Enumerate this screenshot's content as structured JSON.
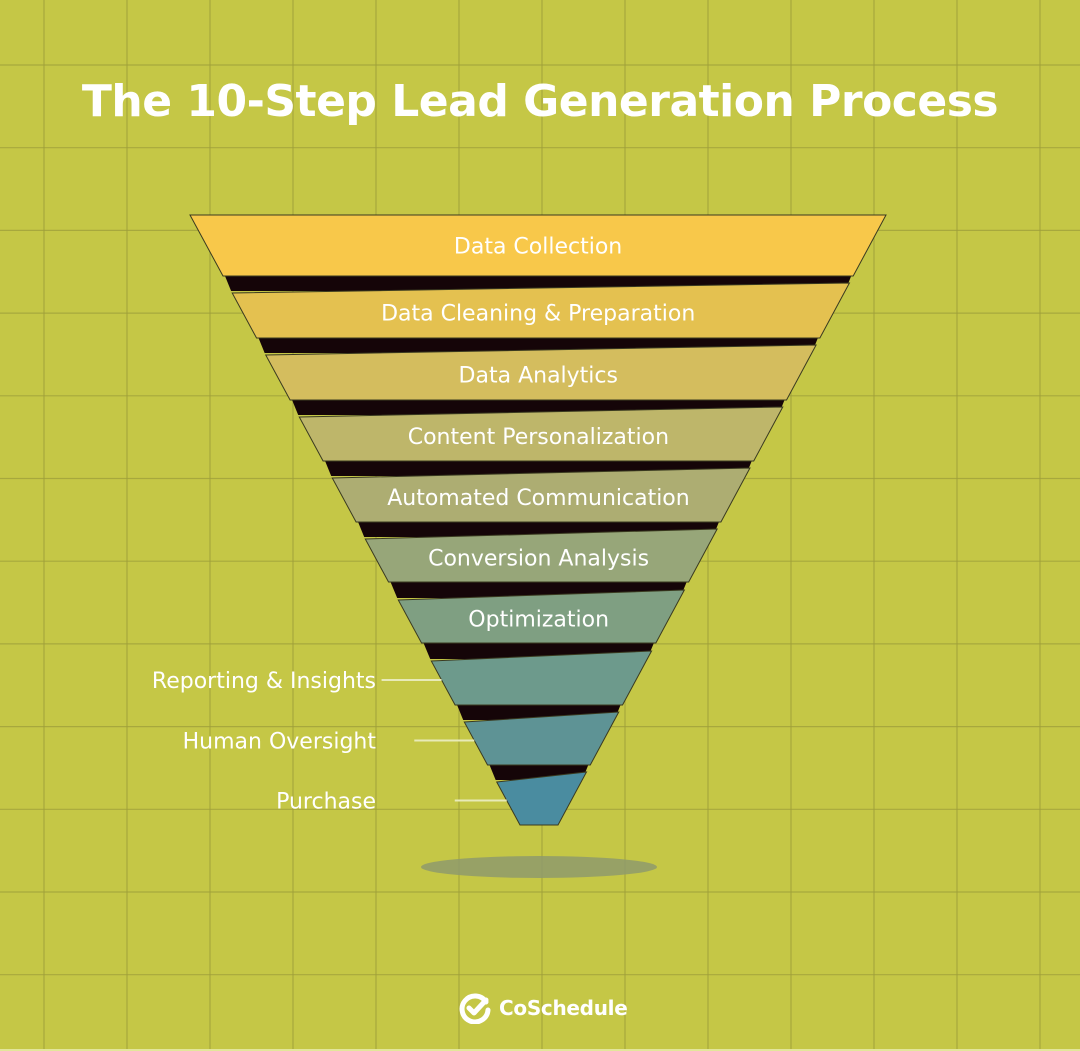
{
  "title": "The 10-Step Lead Generation Process",
  "colors": {
    "background": "#C5C746",
    "grid_line": "#9E9E3A",
    "gap": "#150508",
    "outline": "#3A3A20",
    "text": "#FFFFFF",
    "shadow": "#8E9A6C"
  },
  "steps": [
    {
      "step": 1,
      "label": "Data Collection",
      "color": "#F8C84A",
      "label_position": "inside"
    },
    {
      "step": 2,
      "label": "Data Cleaning & Preparation",
      "color": "#E4C150",
      "label_position": "inside"
    },
    {
      "step": 3,
      "label": "Data Analytics",
      "color": "#D4BD5E",
      "label_position": "inside"
    },
    {
      "step": 4,
      "label": "Content Personalization",
      "color": "#BEB66A",
      "label_position": "inside"
    },
    {
      "step": 5,
      "label": "Automated Communication",
      "color": "#ADAD72",
      "label_position": "inside"
    },
    {
      "step": 6,
      "label": "Conversion Analysis",
      "color": "#97A679",
      "label_position": "inside"
    },
    {
      "step": 7,
      "label": "Optimization",
      "color": "#7F9F82",
      "label_position": "inside"
    },
    {
      "step": 8,
      "label": "Reporting & Insights",
      "color": "#6D9A8C",
      "label_position": "left"
    },
    {
      "step": 9,
      "label": "Human Oversight",
      "color": "#5E9395",
      "label_position": "left"
    },
    {
      "step": 10,
      "label": "Purchase",
      "color": "#4A8CA0",
      "label_position": "left"
    }
  ],
  "brand": {
    "logo_icon": "check-circle-icon",
    "name": "CoSchedule"
  }
}
